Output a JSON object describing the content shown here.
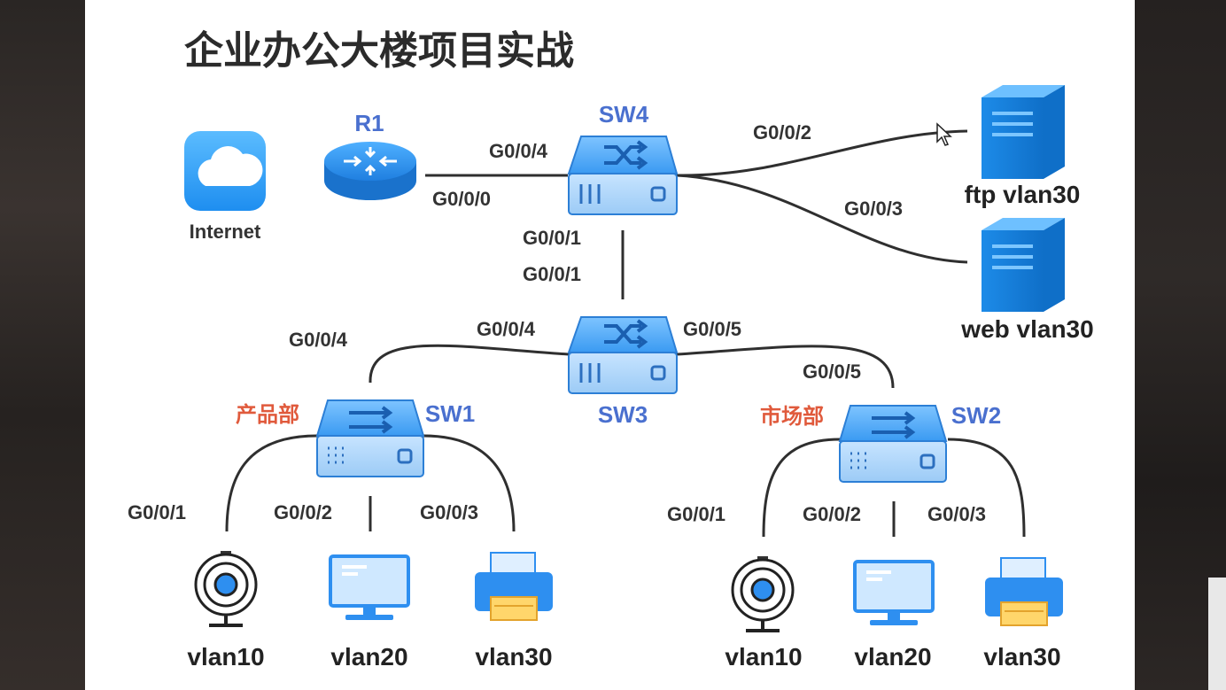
{
  "title": "企业办公大楼项目实战",
  "internet": {
    "label": "Internet"
  },
  "r1": {
    "label": "R1",
    "port": "G0/0/0"
  },
  "sw4": {
    "label": "SW4",
    "port_r1": "G0/0/4",
    "port_ftp": "G0/0/2",
    "port_web": "G0/0/3",
    "port_sw3": "G0/0/1"
  },
  "sw3": {
    "label": "SW3",
    "port_sw4": "G0/0/1",
    "port_sw1": "G0/0/4",
    "port_sw2": "G0/0/5"
  },
  "sw1": {
    "label": "SW1",
    "dept": "产品部",
    "port_sw3": "G0/0/4",
    "p1": "G0/0/1",
    "p2": "G0/0/2",
    "p3": "G0/0/3"
  },
  "sw2": {
    "label": "SW2",
    "dept": "市场部",
    "port_sw3": "G0/0/5",
    "p1": "G0/0/1",
    "p2": "G0/0/2",
    "p3": "G0/0/3"
  },
  "servers": {
    "ftp": "ftp vlan30",
    "web": "web vlan30"
  },
  "left_hosts": [
    "vlan10",
    "vlan20",
    "vlan30"
  ],
  "right_hosts": [
    "vlan10",
    "vlan20",
    "vlan30"
  ],
  "icons": {
    "internet": "cloud-icon",
    "router": "router-icon",
    "switch_l3": "shuffle-switch-icon",
    "switch_l2": "arrow-switch-icon",
    "server": "server-icon",
    "camera": "webcam-icon",
    "monitor": "monitor-icon",
    "printer": "printer-icon"
  },
  "colors": {
    "device_label": "#4a70cf",
    "dept_label": "#e05a3c",
    "device_blue": "#2e8ff0"
  }
}
